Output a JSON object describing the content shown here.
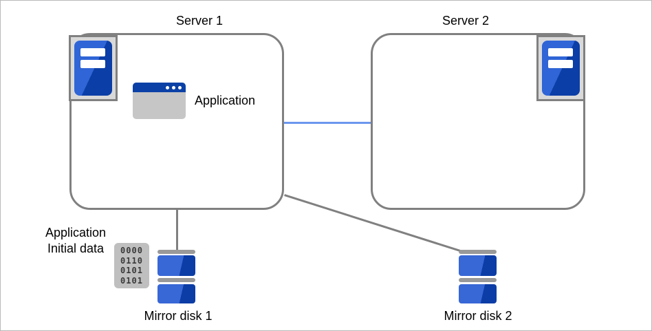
{
  "diagram": {
    "title_server1": "Server 1",
    "title_server2": "Server 2",
    "application": {
      "label": "Application"
    },
    "initial_data": {
      "line1": "Application",
      "line2": "Initial data"
    },
    "data_icon": {
      "rows": [
        "0000",
        "0110",
        "0101",
        "0101"
      ]
    },
    "mirror_disk1": {
      "label": "Mirror disk 1"
    },
    "mirror_disk2": {
      "label": "Mirror disk 2"
    },
    "colors": {
      "box_border_gray": "#808080",
      "connector_gray": "#808080",
      "network_link_blue": "#6b96ee",
      "icon_blue_light": "#2f65d6",
      "icon_blue_dark": "#0b3ea6",
      "disk_blue_light": "#3867d6",
      "disk_blue_dark": "#0c3da6",
      "tray_gray": "#d9d9d9",
      "disk_bar_gray": "#999999",
      "window_body_gray": "#c6c6c6",
      "data_chip_gray": "#bfbfbf"
    }
  }
}
